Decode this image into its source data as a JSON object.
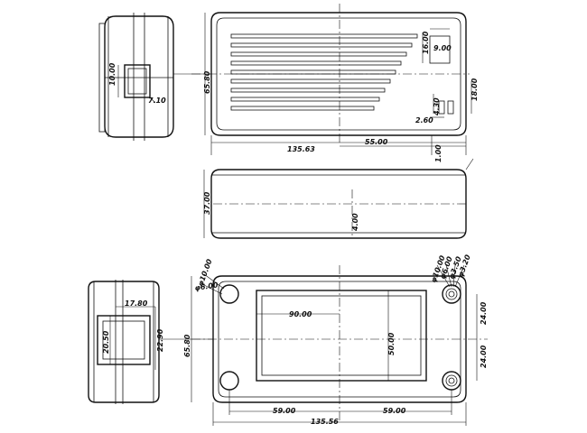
{
  "dimensions": {
    "front_top": {
      "d_10_00": "10.00",
      "d_7_10": "7.10"
    },
    "top_view": {
      "d_65_80": "65.80",
      "d_135_63": "135.63",
      "d_55_00": "55.00",
      "d_16_00": "16.00",
      "d_9_00": "9.00",
      "d_18_00": "18.00",
      "d_4_30": "4.30",
      "d_2_60": "2.60",
      "d_1_00": "1.00"
    },
    "side_view": {
      "d_37_00": "37.00",
      "d_4_00": "4.00"
    },
    "front_bottom": {
      "d_17_80": "17.80",
      "d_20_50": "20.50",
      "d_22_90": "22.90"
    },
    "bottom_view": {
      "d_phi10": "φ10.00",
      "d_phi6_left": "φ6.00",
      "d_phi10_r": "φ10.00",
      "d_phi6_r": "φ6.00",
      "d_phi3_50": "φ3.50",
      "d_phi3_20": "φ3.20",
      "d_90_00": "90.00",
      "d_50_00": "50.00",
      "d_65_80": "65.80",
      "d_24_00_a": "24.00",
      "d_24_00_b": "24.00",
      "d_59_00_a": "59.00",
      "d_59_00_b": "59.00",
      "d_135_56": "135.56"
    }
  }
}
